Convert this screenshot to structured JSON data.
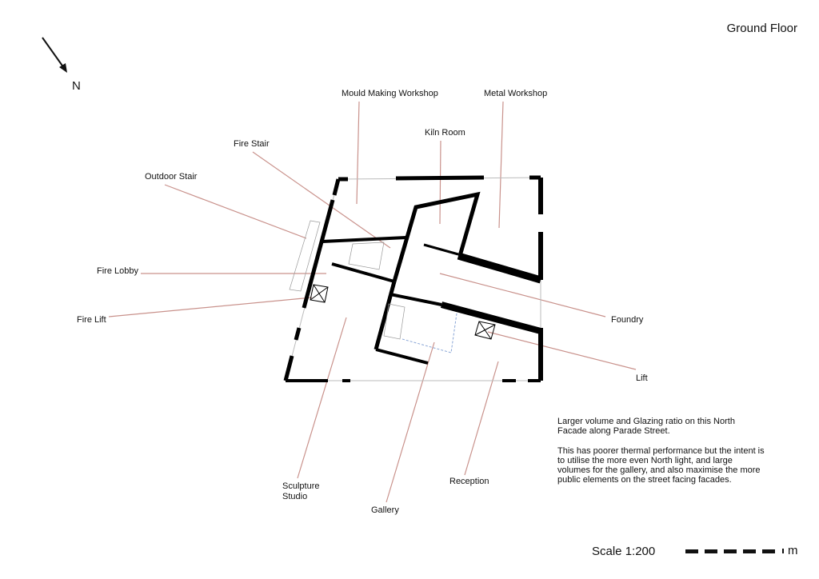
{
  "title": "Ground Floor",
  "north_label": "N",
  "labels": {
    "mould_making_workshop": "Mould Making Workshop",
    "metal_workshop": "Metal Workshop",
    "kiln_room": "Kiln Room",
    "fire_stair": "Fire Stair",
    "outdoor_stair": "Outdoor Stair",
    "fire_lobby": "Fire Lobby",
    "fire_lift": "Fire Lift",
    "foundry": "Foundry",
    "lift": "Lift",
    "sculpture_studio_1": "Sculpture",
    "sculpture_studio_2": "Studio",
    "gallery": "Gallery",
    "reception": "Reception"
  },
  "note": {
    "p1": "Larger volume and Glazing ratio on this North Facade along Parade Street.",
    "p2": "This has poorer thermal performance but the intent is to utilise the more even North light, and large volumes for the gallery, and also maximise the more public elements on the street facing facades."
  },
  "scale": {
    "label": "Scale 1:200",
    "unit": "m"
  },
  "colors": {
    "leader": "#c9928c",
    "wall": "#000000",
    "dashed": "#8aa6d6"
  }
}
